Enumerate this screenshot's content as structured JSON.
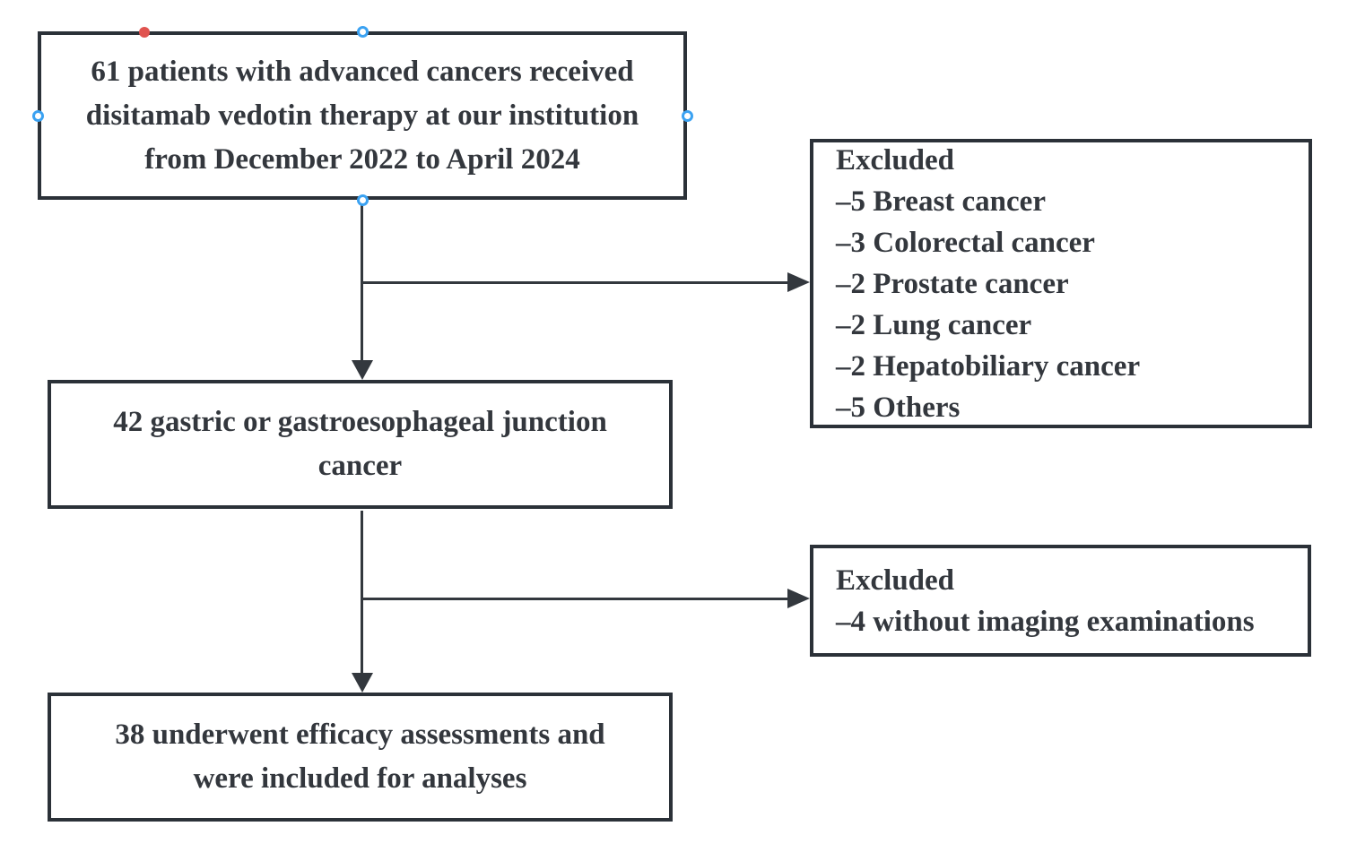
{
  "canvas": {
    "background": "#ffffff",
    "stroke_color": "#2b3138",
    "text_color": "#33373d",
    "selection_handle_color": "#3ba2f2",
    "anchor_marker_color": "#e0534f"
  },
  "flowchart": {
    "initial_box": {
      "lines": [
        "61 patients with advanced cancers received",
        "disitamab vedotin therapy at our institution",
        "from December 2022 to April 2024"
      ]
    },
    "gastric_box": {
      "lines": [
        "42 gastric or gastroesophageal junction",
        "cancer"
      ]
    },
    "final_box": {
      "lines": [
        "38 underwent efficacy assessments and",
        "were included for analyses"
      ]
    },
    "excluded_box_1": {
      "lines": [
        "Excluded",
        "–5 Breast cancer",
        "–3 Colorectal cancer",
        "–2 Prostate cancer",
        "–2 Lung cancer",
        "–2 Hepatobiliary cancer",
        "–5 Others"
      ]
    },
    "excluded_box_2": {
      "lines": [
        "Excluded",
        "–4 without imaging examinations"
      ]
    }
  }
}
